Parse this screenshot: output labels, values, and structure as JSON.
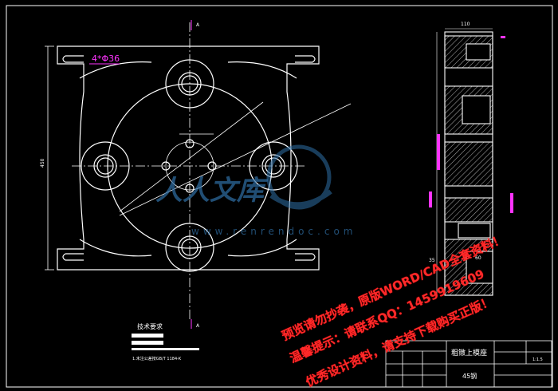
{
  "drawing": {
    "part_name": "粗镦上模座",
    "material": "45钢",
    "hole_note": "4*Φ36",
    "tech_req_title": "技术要求",
    "tech_req_note": "1.未注公差按GB/T 1184-K",
    "section_label": "A",
    "dims": {
      "width": "110",
      "height": "450",
      "offset": "60",
      "small": "35",
      "scale": "1:1.5"
    },
    "watermark_brand": "人人文库",
    "watermark_url": "www.renrendoc.com",
    "watermark_lines": [
      "预览请勿抄袭，原版WORD/CAD全套资料！",
      "温馨提示：请联系QQ：1459919609",
      "优秀设计资料，请支持下载购买正版！"
    ]
  },
  "colors": {
    "line": "#ffffff",
    "accent": "#ff33ff",
    "watermark_red": "#ff2a2a",
    "watermark_blue": "#2f6fa6",
    "center_line": "#ffffff"
  }
}
